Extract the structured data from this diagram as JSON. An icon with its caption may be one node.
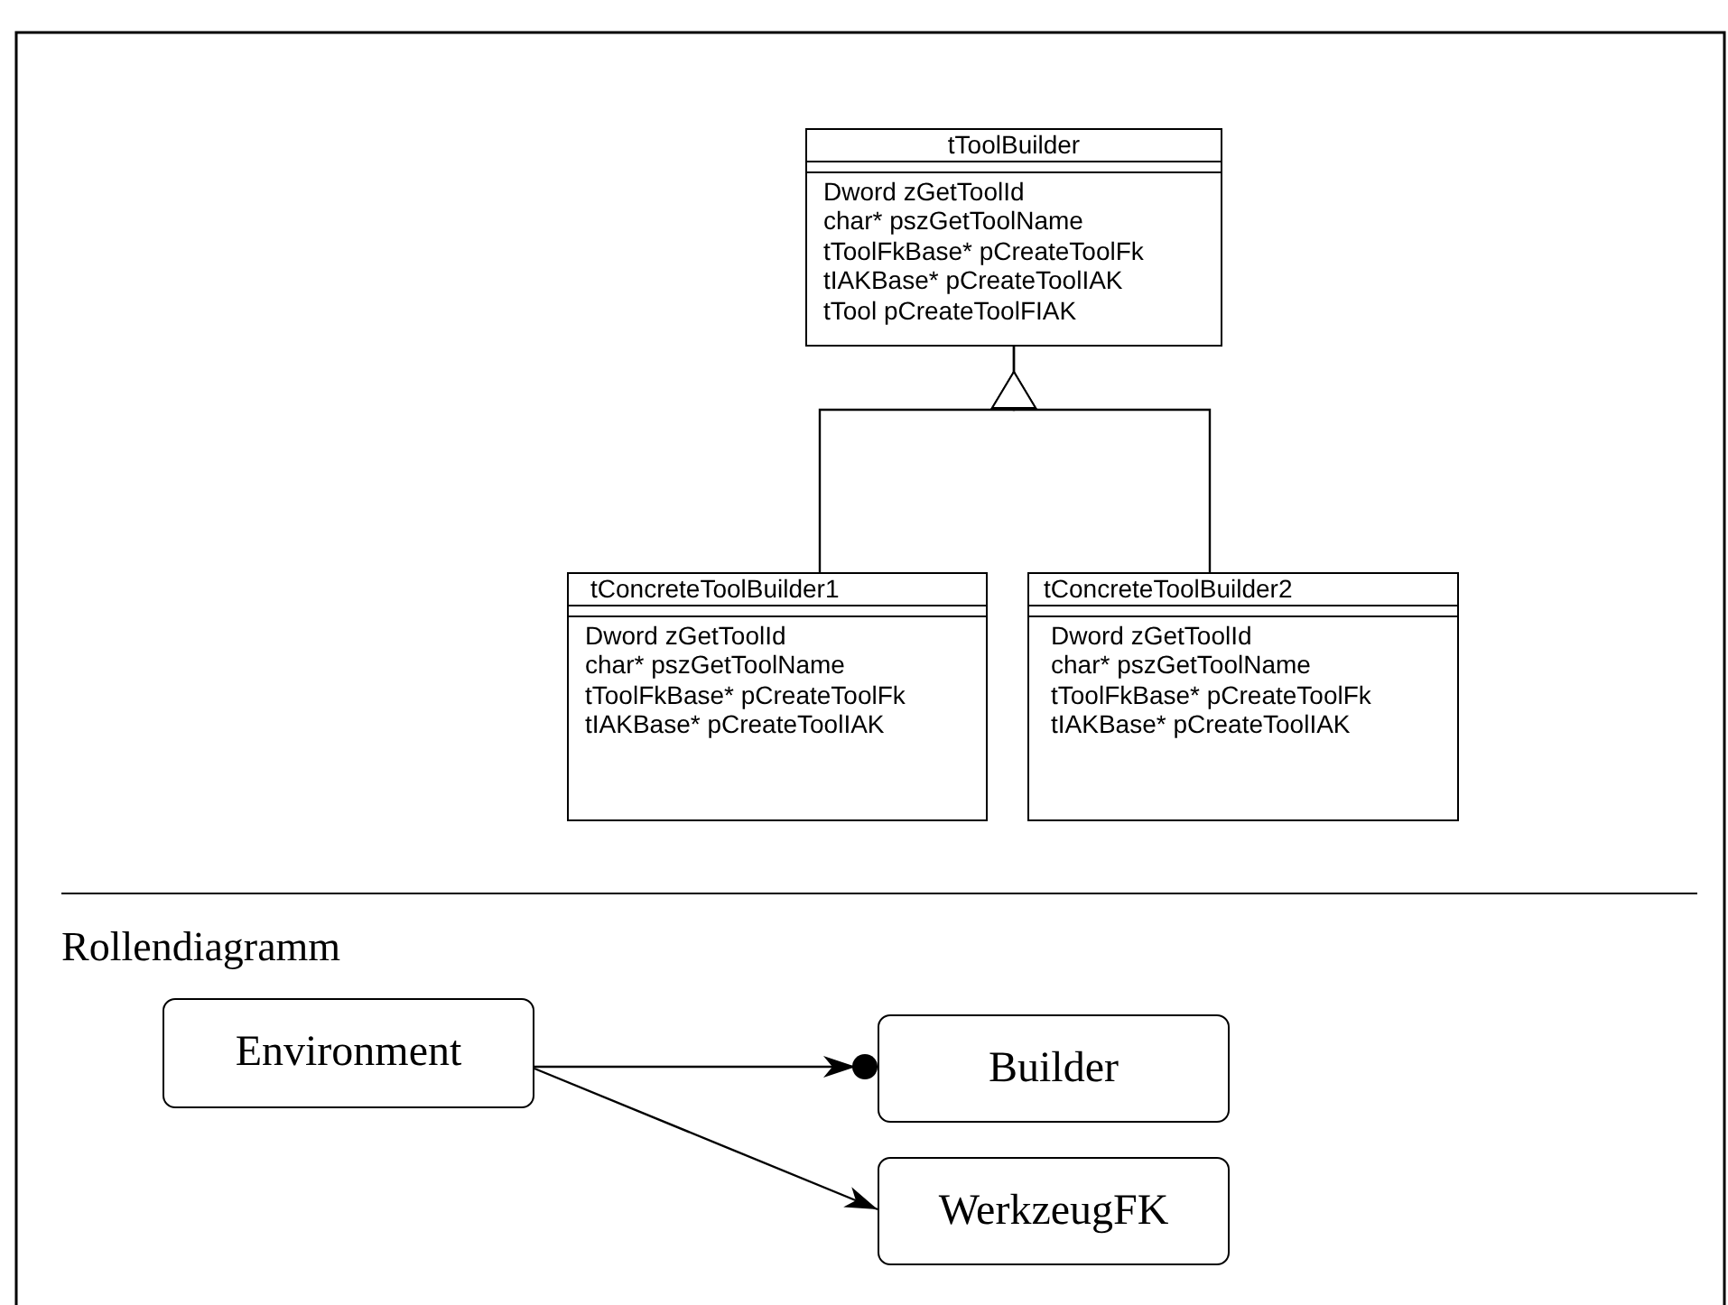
{
  "diagram": {
    "nodes": [
      {
        "text": [
          "tToolBuilder",
          "Dword zGetToolId",
          "char* pszGetToolName",
          "tToolFkBase* pCreateToolFk",
          "tIAKBase* pCreateToolIAK",
          "tTool pCreateToolFIAK"
        ]
      },
      {
        "text": [
          "tConcreteToolBuilder1",
          "Dword zGetToolId",
          "char* pszGetToolName",
          "tToolFkBase* pCreateToolFk",
          "tIAKBase* pCreateToolIAK"
        ]
      },
      {
        "text": [
          "tConcreteToolBuilder2",
          "Dword zGetToolId",
          "char* pszGetToolName",
          "tToolFkBase* pCreateToolFk",
          "tIAKBase* pCreateToolIAK"
        ]
      },
      {
        "text": [
          "Environment"
        ]
      },
      {
        "text": [
          "Builder"
        ]
      },
      {
        "text": [
          "WerkzeugFK"
        ]
      }
    ],
    "edges": [
      {
        "from": 1,
        "to": 0,
        "arrow": "to"
      },
      {
        "from": 2,
        "to": 0,
        "arrow": "to"
      },
      {
        "from": 3,
        "to": 4,
        "arrow": "to"
      },
      {
        "from": 3,
        "to": 5,
        "arrow": "to"
      }
    ],
    "labels": [
      "Rollendiagramm"
    ]
  }
}
